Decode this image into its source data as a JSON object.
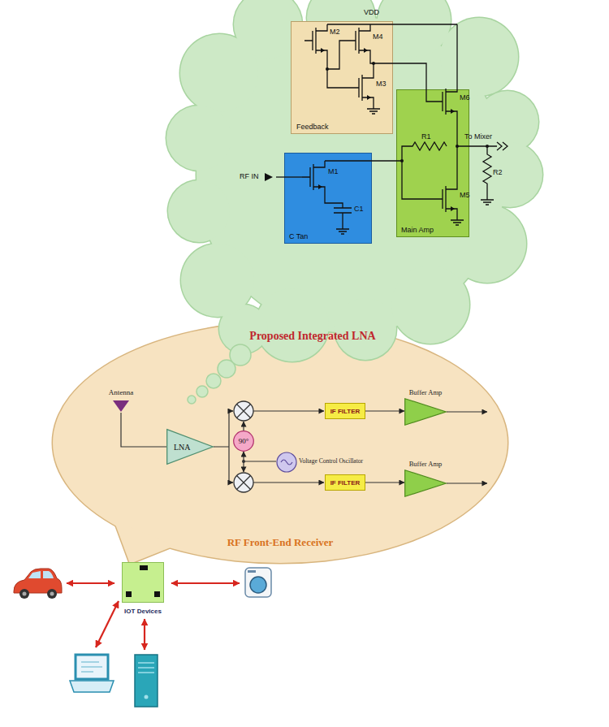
{
  "diagram": {
    "nodes": [
      {
        "text": [
          "Proposed Integrated LNA"
        ]
      },
      {
        "text": [
          "Feedback"
        ],
        "in": 0
      },
      {
        "text": [
          "C Tan"
        ],
        "in": 0
      },
      {
        "text": [
          "Main Amp"
        ],
        "in": 0
      },
      {
        "text": [
          "RF Front-End Receiver"
        ]
      },
      {
        "text": [
          "Antenna"
        ],
        "in": 4
      },
      {
        "text": [
          "LNA"
        ],
        "in": 4
      },
      {
        "text": [
          "90°"
        ],
        "in": 4
      },
      {
        "text": [
          "Voltage Control Oscillator"
        ],
        "in": 4
      },
      {
        "text": [
          "IF FILTER"
        ],
        "in": 4
      },
      {
        "text": [
          "Buffer Amp"
        ],
        "in": 4
      },
      {
        "text": [
          "IF FILTER"
        ],
        "in": 4
      },
      {
        "text": [
          "Buffer Amp"
        ],
        "in": 4
      },
      {
        "text": [
          "IOT Devices"
        ]
      }
    ],
    "edges": [
      {
        "from": 5,
        "to": 6,
        "arrow": "none"
      },
      {
        "from": 8,
        "to": 7,
        "arrow": "to"
      },
      {
        "from": 9,
        "to": 10,
        "arrow": "to"
      },
      {
        "from": 11,
        "to": 12,
        "arrow": "to"
      }
    ],
    "labels": [
      "VDD",
      "M2",
      "M4",
      "M3",
      "M6",
      "R1",
      "To Mixer",
      "RF IN",
      "M1",
      "C1",
      "M5",
      "R2"
    ]
  }
}
